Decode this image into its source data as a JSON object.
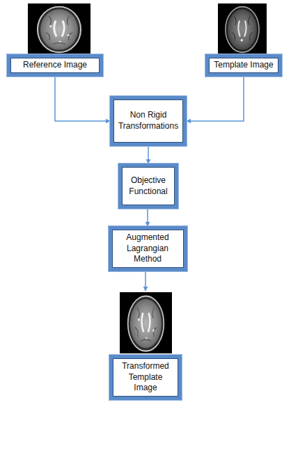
{
  "diagram": {
    "nodes": [
      {
        "text": [
          "Reference Image"
        ]
      },
      {
        "text": [
          "Template Image"
        ]
      },
      {
        "text": [
          "Non Rigid Transformations"
        ]
      },
      {
        "text": [
          "Objective Functional"
        ]
      },
      {
        "text": [
          "Augmented Lagrangian Method"
        ]
      },
      {
        "text": [
          "Transformed Template Image"
        ]
      }
    ],
    "edges": [
      {
        "from": 0,
        "to": 2,
        "arrow": "to"
      },
      {
        "from": 1,
        "to": 2,
        "arrow": "to"
      },
      {
        "from": 2,
        "to": 3,
        "arrow": "to"
      },
      {
        "from": 3,
        "to": 4,
        "arrow": "to"
      },
      {
        "from": 4,
        "to": 5,
        "arrow": "to"
      }
    ]
  }
}
